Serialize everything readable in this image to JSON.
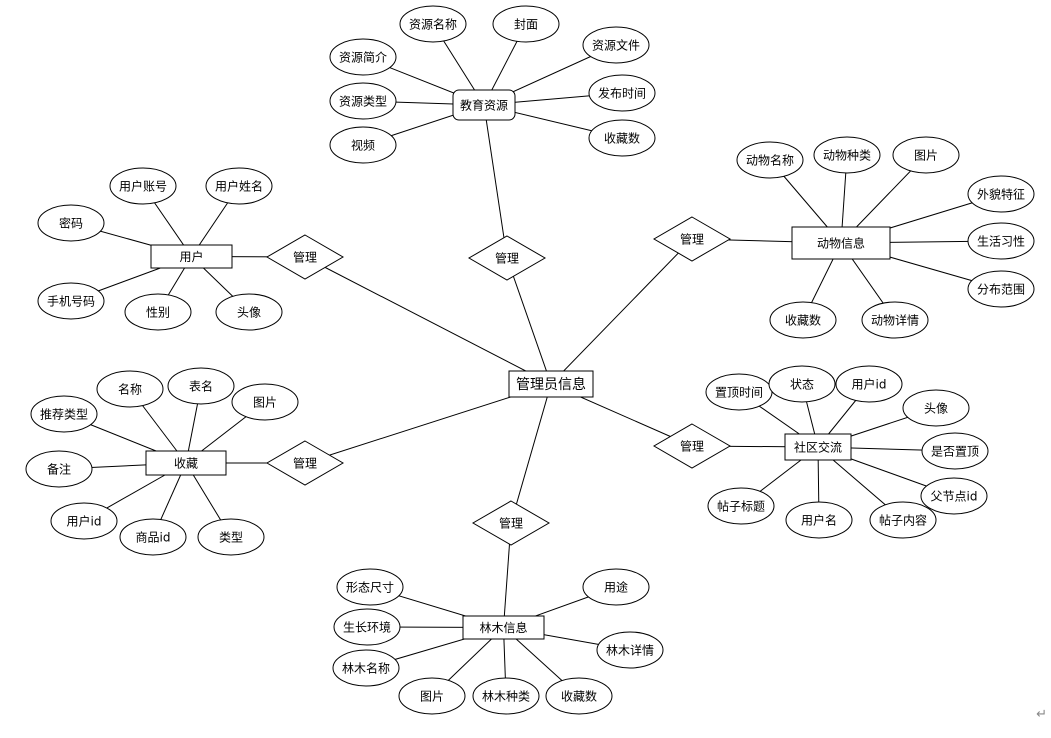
{
  "diagram": {
    "center": "管理员信息",
    "relationship_label": "管理",
    "entities": [
      {
        "key": "edu",
        "label": "教育资源",
        "attributes": [
          "资源名称",
          "封面",
          "资源文件",
          "资源简介",
          "发布时间",
          "资源类型",
          "收藏数",
          "视频"
        ]
      },
      {
        "key": "animal",
        "label": "动物信息",
        "attributes": [
          "动物名称",
          "动物种类",
          "图片",
          "外貌特征",
          "生活习性",
          "分布范围",
          "收藏数",
          "动物详情"
        ]
      },
      {
        "key": "user",
        "label": "用户",
        "attributes": [
          "用户账号",
          "用户姓名",
          "密码",
          "手机号码",
          "性别",
          "头像"
        ]
      },
      {
        "key": "fav",
        "label": "收藏",
        "attributes": [
          "名称",
          "表名",
          "图片",
          "推荐类型",
          "备注",
          "用户id",
          "商品id",
          "类型"
        ]
      },
      {
        "key": "forum",
        "label": "社区交流",
        "attributes": [
          "置顶时间",
          "状态",
          "用户id",
          "头像",
          "是否置顶",
          "父节点id",
          "帖子标题",
          "用户名",
          "帖子内容"
        ]
      },
      {
        "key": "tree",
        "label": "林木信息",
        "attributes": [
          "形态尺寸",
          "用途",
          "生长环境",
          "林木详情",
          "林木名称",
          "图片",
          "林木种类",
          "收藏数"
        ]
      }
    ]
  },
  "corner_mark": "↵"
}
